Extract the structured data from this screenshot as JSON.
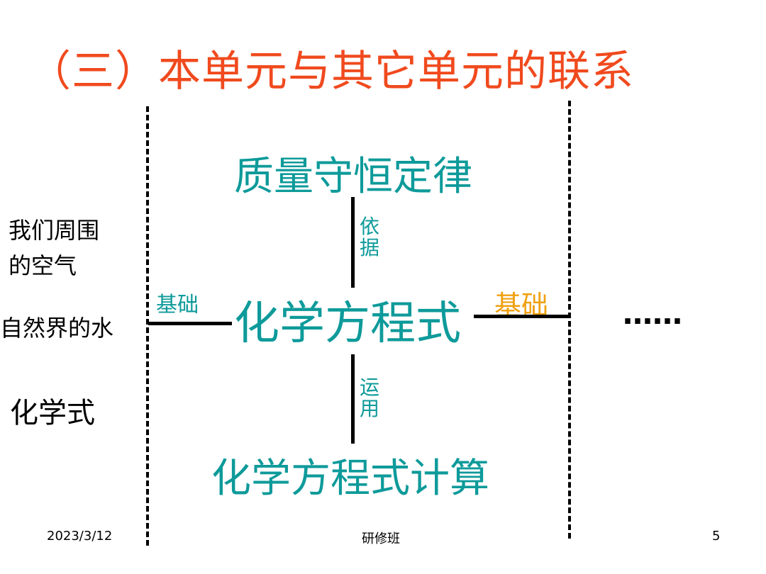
{
  "slide": {
    "title": "（三）本单元与其它单元的联系",
    "center": {
      "top": "质量守恒定律",
      "middle": "化学方程式",
      "bottom": "化学方程式计算",
      "link_top": "依据",
      "link_bottom": "运用"
    },
    "left": {
      "item1": "我们周围的空气",
      "item1_line1": "我们周围",
      "item1_line2": "的空气",
      "item2": "自然界的水",
      "item3": "化学式",
      "link": "基础"
    },
    "right": {
      "link": "基础",
      "more": "……"
    },
    "footer": {
      "date": "2023/3/12",
      "center": "研修班",
      "page": "5"
    }
  },
  "colors": {
    "title": "#f04a1e",
    "teal": "#0e9a9a",
    "orange": "#f0a010"
  }
}
